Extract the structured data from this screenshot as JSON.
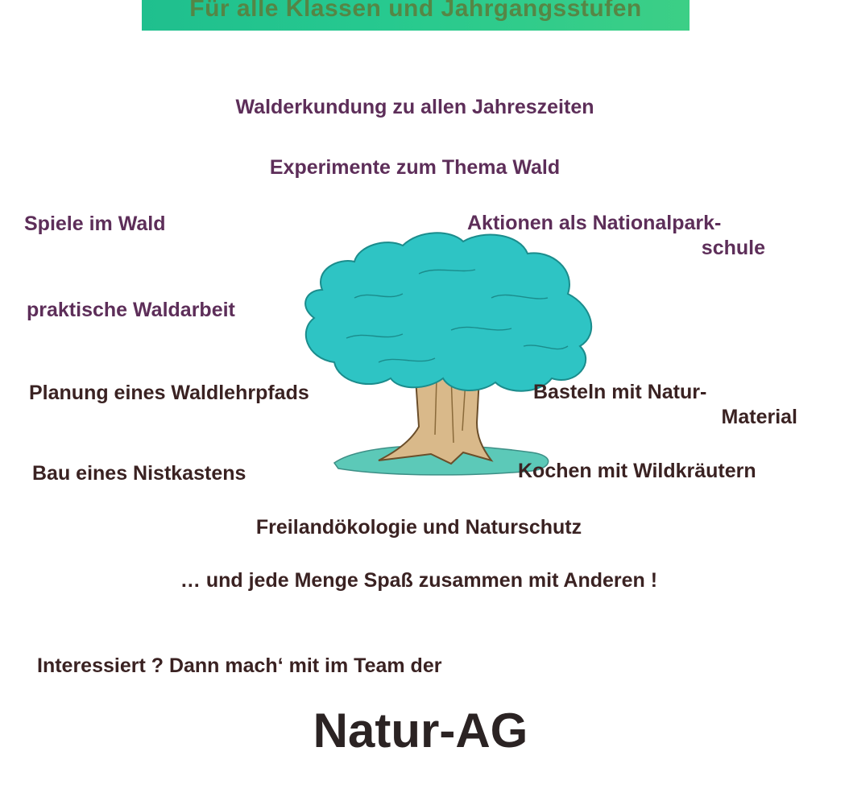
{
  "banner": {
    "text": "Für alle Klassen und Jahrgangsstufen"
  },
  "items": {
    "walderkundung": "Walderkundung zu allen Jahreszeiten",
    "experimente": "Experimente zum Thema Wald",
    "spiele": "Spiele im Wald",
    "aktionen_line1": "Aktionen als Nationalpark-",
    "aktionen_line2": "schule",
    "waldarbeit": "praktische Waldarbeit",
    "planung": "Planung eines Waldlehrpfads",
    "basteln_line1": "Basteln mit Natur-",
    "basteln_line2": "Material",
    "nistkasten": "Bau eines Nistkastens",
    "kochen": "Kochen mit Wildkräutern",
    "freiland": "Freilandökologie und Naturschutz",
    "spass": "… und jede Menge Spaß zusammen mit Anderen !"
  },
  "call_to_action": "Interessiert ? Dann mach‘ mit im Team der",
  "title": "Natur-AG",
  "colors": {
    "banner": "#27c98f",
    "text_purple": "#5d2e59",
    "text_dark": "#3a2222",
    "tree_crown": "#2ec4c4",
    "tree_trunk": "#d9b98a"
  },
  "illustration": "tree-icon"
}
